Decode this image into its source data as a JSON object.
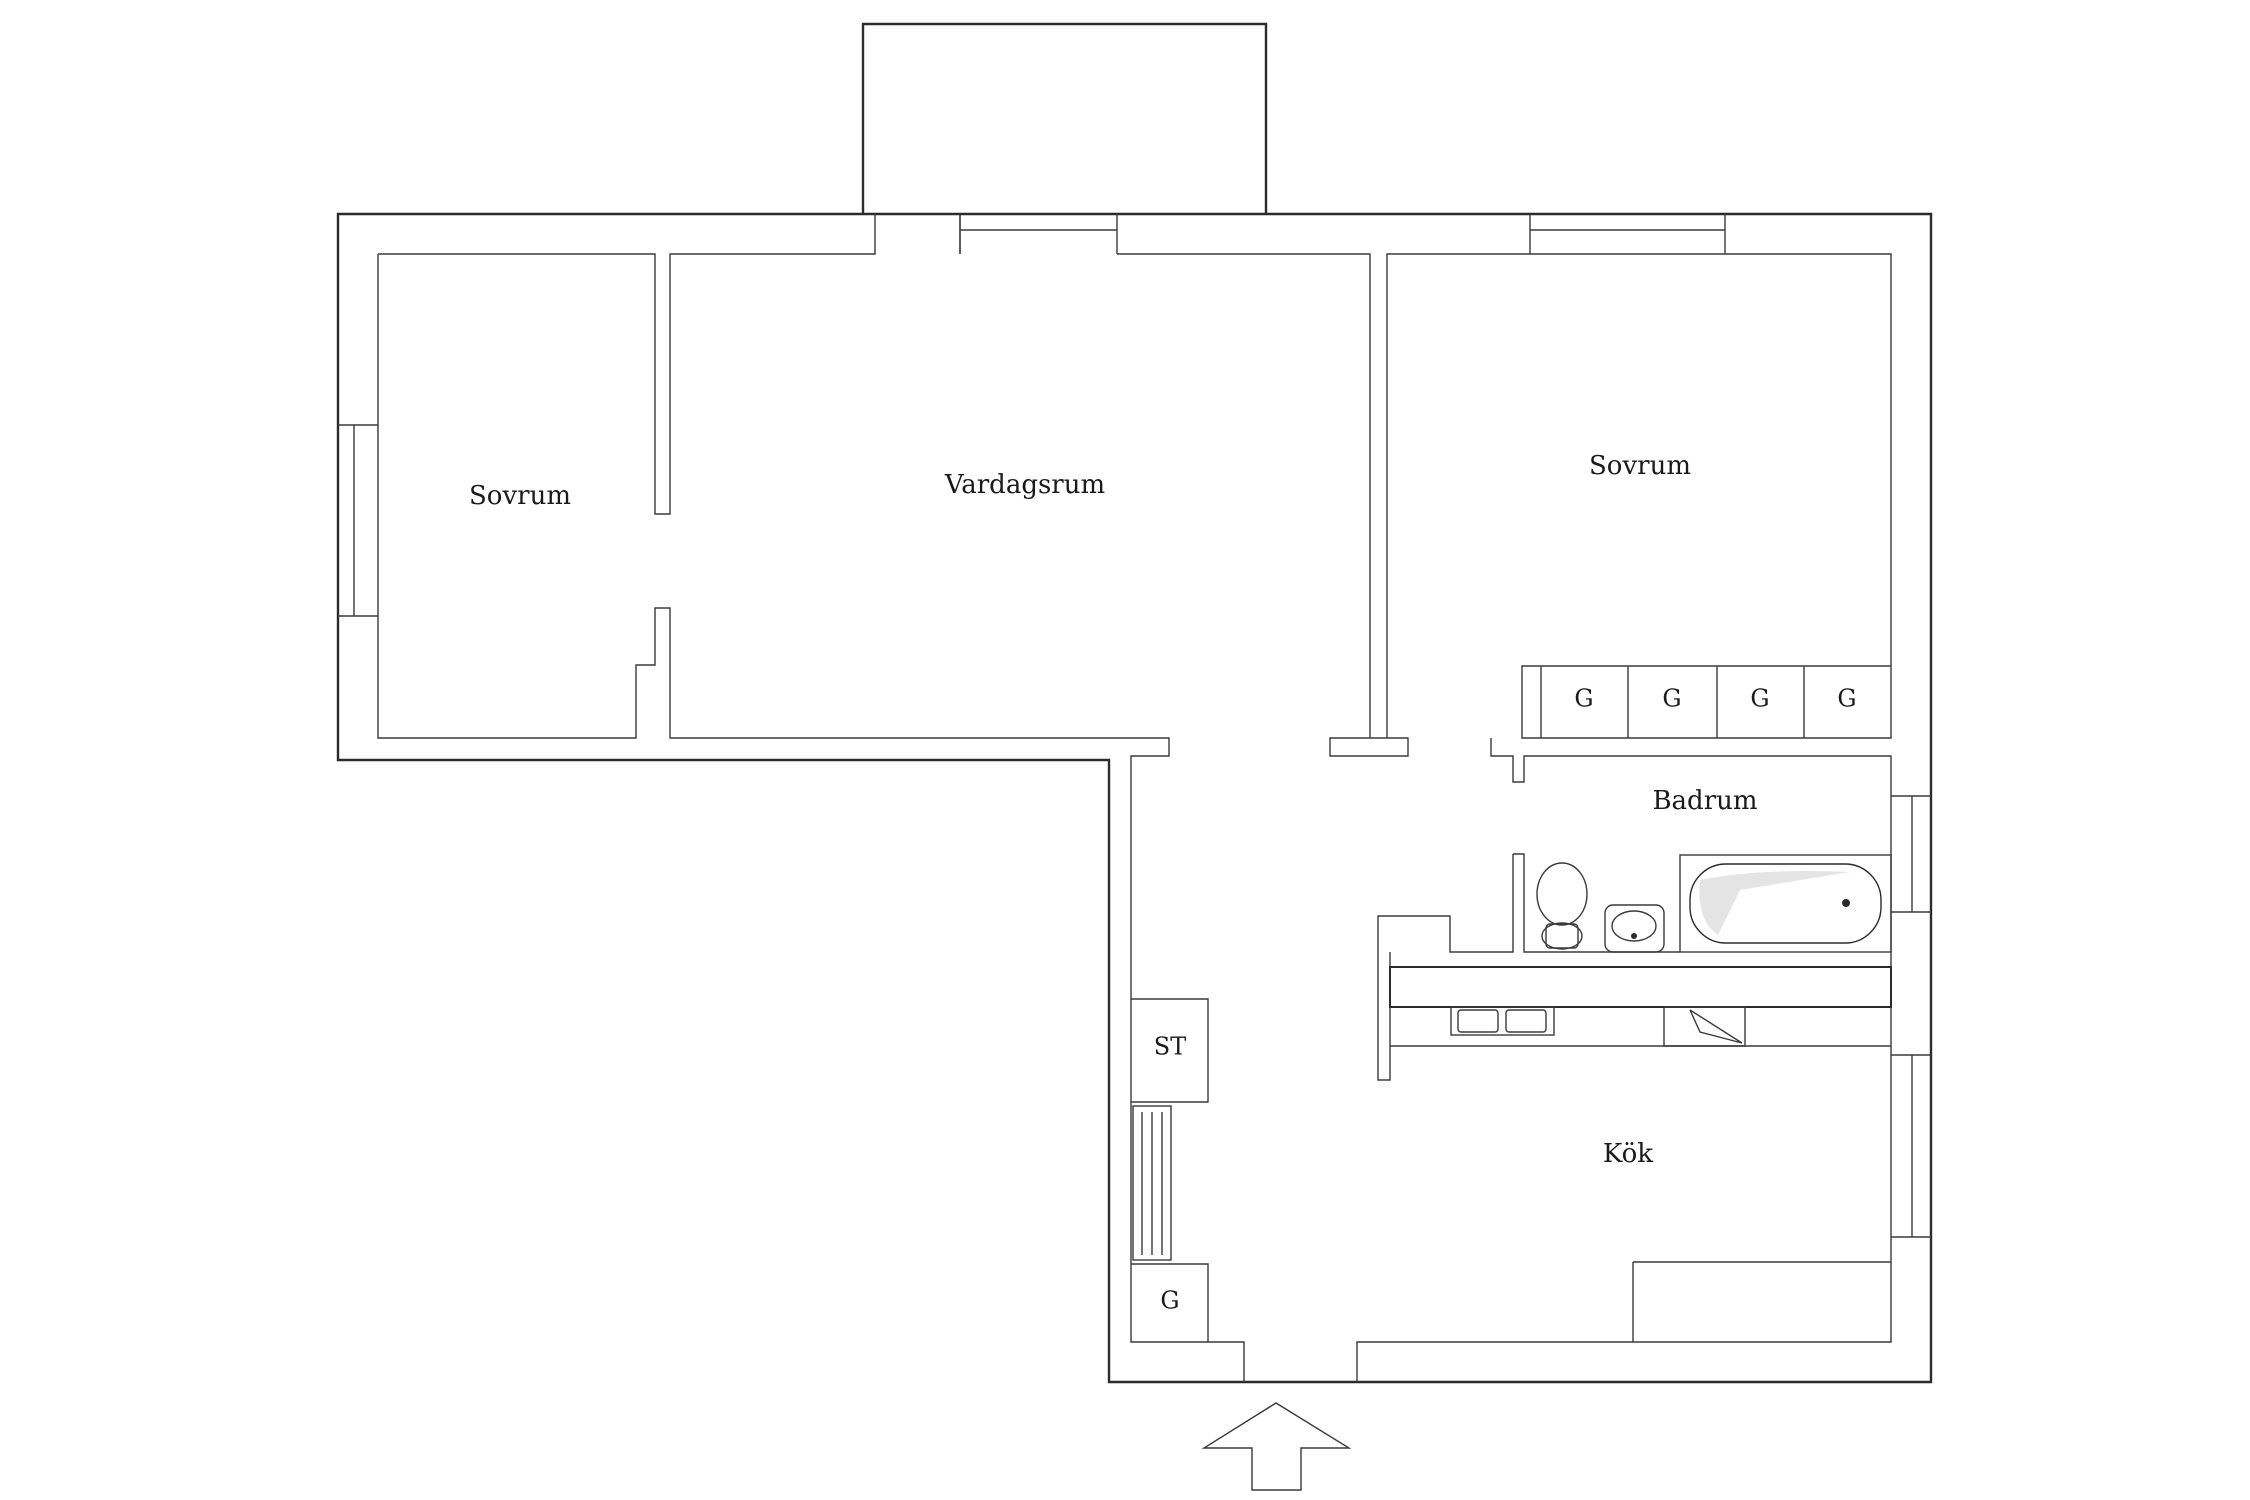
{
  "rooms": {
    "sovrum_left": "Sovrum",
    "vardagsrum": "Vardagsrum",
    "sovrum_right": "Sovrum",
    "badrum": "Badrum",
    "kok": "Kök"
  },
  "closets": {
    "g1": "G",
    "g2": "G",
    "g3": "G",
    "g4": "G",
    "g_hall": "G",
    "st": "ST"
  },
  "colors": {
    "line": "#2b2b2b",
    "background": "#ffffff",
    "bath_shade": "#e4e4e4"
  }
}
